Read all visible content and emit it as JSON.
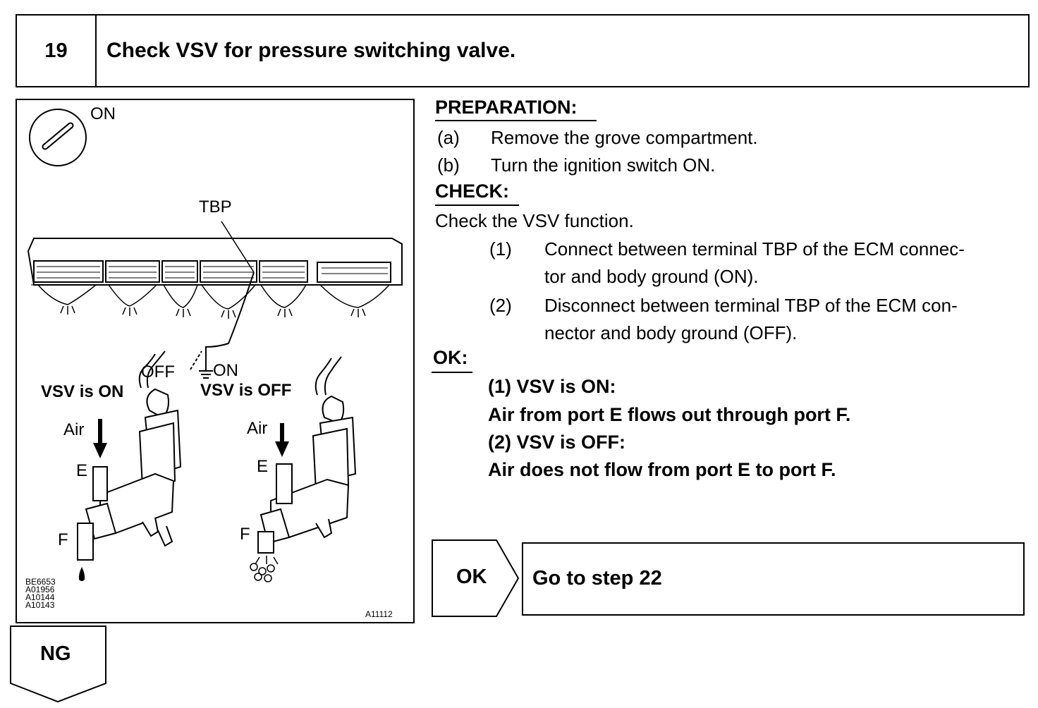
{
  "header": {
    "step_number": "19",
    "title": "Check VSV for pressure switching valve."
  },
  "figure": {
    "ignition_label": "ON",
    "tbp_label": "TBP",
    "off_label": "OFF",
    "on_label": "ON",
    "vsv_on_heading": "VSV is ON",
    "vsv_off_heading": "VSV is OFF",
    "air_label_left": "Air",
    "air_label_right": "Air",
    "port_e_left": "E",
    "port_e_right": "E",
    "port_f_left": "F",
    "port_f_right": "F",
    "codes": [
      "BE6653",
      "A01956",
      "A10144",
      "A10143"
    ],
    "figure_id": "A11112"
  },
  "preparation": {
    "heading": "PREPARATION:",
    "items": [
      {
        "marker": "(a)",
        "text": "Remove the grove compartment."
      },
      {
        "marker": "(b)",
        "text": "Turn the ignition switch ON."
      }
    ]
  },
  "check": {
    "heading": "CHECK:",
    "intro": "Check the VSV function.",
    "steps": [
      {
        "marker": "(1)",
        "line1": "Connect between terminal TBP of the ECM connec-",
        "line2": "tor and body ground (ON)."
      },
      {
        "marker": "(2)",
        "line1": "Disconnect between terminal TBP of the ECM con-",
        "line2": "nector and body ground (OFF)."
      }
    ]
  },
  "ok_result": {
    "heading": "OK:",
    "lines": [
      "(1) VSV is ON:",
      "Air from port E flows out through port F.",
      "(2) VSV is OFF:",
      "Air does not flow from port E to port F."
    ]
  },
  "ok_branch": {
    "label": "OK",
    "action": "Go to step 22"
  },
  "ng_branch": {
    "label": "NG"
  }
}
